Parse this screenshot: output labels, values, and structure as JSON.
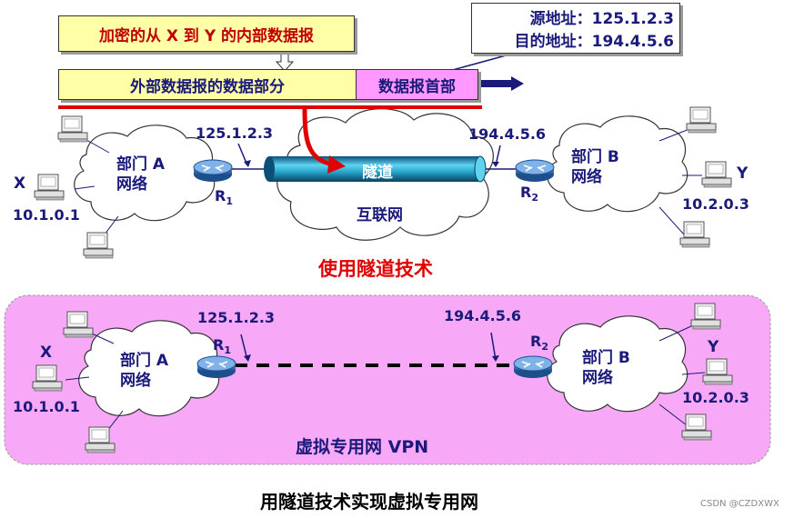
{
  "top_header": {
    "encrypted_label": "加密的从 X 到 Y 的内部数据报",
    "outer_data_label": "外部数据报的数据部分",
    "outer_header_label": "数据报首部",
    "src_addr": "源地址：125.1.2.3",
    "dst_addr": "目的地址：194.4.5.6"
  },
  "top_network": {
    "dept_a": [
      "部门 A",
      "网络"
    ],
    "dept_b": [
      "部门 B",
      "网络"
    ],
    "router1_ip": "125.1.2.3",
    "router2_ip": "194.4.5.6",
    "r1": "R",
    "r1_sub": "1",
    "r2": "R",
    "r2_sub": "2",
    "tunnel_label": "隧道",
    "internet_label": "互联网",
    "host_x": "X",
    "host_x_ip": "10.1.0.1",
    "host_y": "Y",
    "host_y_ip": "10.2.0.3",
    "caption": "使用隧道技术"
  },
  "vpn_network": {
    "dept_a": [
      "部门 A",
      "网络"
    ],
    "dept_b": [
      "部门 B",
      "网络"
    ],
    "router1_ip": "125.1.2.3",
    "router2_ip": "194.4.5.6",
    "r1": "R",
    "r1_sub": "1",
    "r2": "R",
    "r2_sub": "2",
    "host_x": "X",
    "host_x_ip": "10.1.0.1",
    "host_y": "Y",
    "host_y_ip": "10.2.0.3",
    "caption": "虚拟专用网 VPN"
  },
  "figure_caption": "用隧道技术实现虚拟专用网",
  "watermark": "CSDN @CZDXWX",
  "colors": {
    "box_yellow": "#ffffa8",
    "box_pink": "#ff99ff",
    "vpn_bg": "#f7a8f7",
    "text_blue": "#1a1a7a",
    "text_red": "#e00000",
    "tunnel": "#3fb8d8"
  }
}
